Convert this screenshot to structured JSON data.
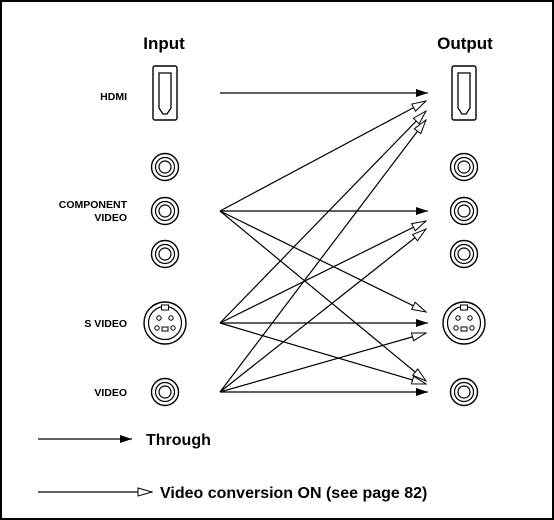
{
  "headers": {
    "input": "Input",
    "output": "Output"
  },
  "inputs": {
    "hdmi": "HDMI",
    "component_line1": "COMPONENT",
    "component_line2": "VIDEO",
    "svideo": "S VIDEO",
    "video": "VIDEO"
  },
  "legend": {
    "through": "Through",
    "conversion": "Video conversion ON (see page 82)"
  },
  "connections": [
    {
      "from": "HDMI",
      "to": "HDMI",
      "type": "through"
    },
    {
      "from": "COMPONENT VIDEO",
      "to": "HDMI",
      "type": "conversion"
    },
    {
      "from": "COMPONENT VIDEO",
      "to": "COMPONENT VIDEO",
      "type": "through"
    },
    {
      "from": "COMPONENT VIDEO",
      "to": "S VIDEO",
      "type": "conversion"
    },
    {
      "from": "COMPONENT VIDEO",
      "to": "VIDEO",
      "type": "conversion"
    },
    {
      "from": "S VIDEO",
      "to": "HDMI",
      "type": "conversion"
    },
    {
      "from": "S VIDEO",
      "to": "COMPONENT VIDEO",
      "type": "conversion"
    },
    {
      "from": "S VIDEO",
      "to": "S VIDEO",
      "type": "through"
    },
    {
      "from": "S VIDEO",
      "to": "VIDEO",
      "type": "conversion"
    },
    {
      "from": "VIDEO",
      "to": "HDMI",
      "type": "conversion"
    },
    {
      "from": "VIDEO",
      "to": "COMPONENT VIDEO",
      "type": "conversion"
    },
    {
      "from": "VIDEO",
      "to": "S VIDEO",
      "type": "conversion"
    },
    {
      "from": "VIDEO",
      "to": "VIDEO",
      "type": "through"
    }
  ]
}
